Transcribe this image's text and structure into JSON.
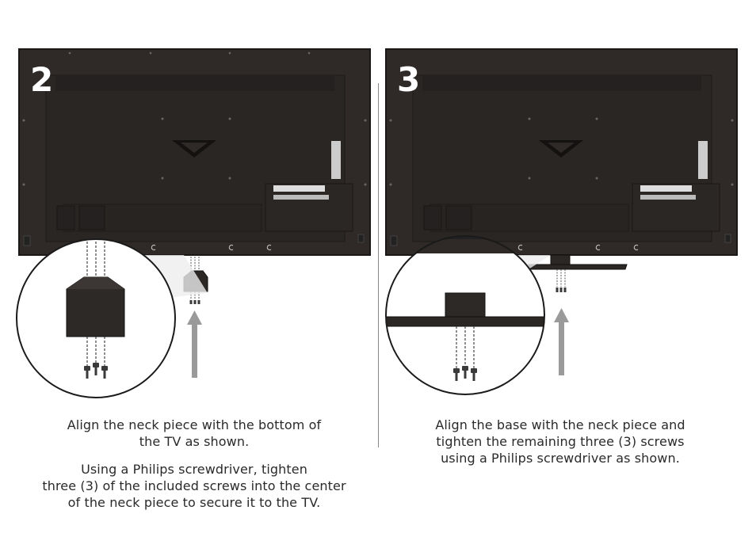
{
  "steps": [
    {
      "number": "2",
      "caption_paragraphs": [
        [
          "Align the neck piece with the bottom of",
          "the TV as shown."
        ],
        [
          "Using a Philips screwdriver, tighten",
          "three (3) of the included screws into the center",
          "of the neck piece to secure it to the TV."
        ]
      ]
    },
    {
      "number": "3",
      "caption_paragraphs": [
        [
          "Align the base with the neck piece and",
          "tighten the remaining three (3) screws",
          "using a Philips screwdriver as shown."
        ]
      ]
    }
  ],
  "colors": {
    "tv_body": "#2f2a28",
    "tv_edge": "#1c1918",
    "screw": "#3a3a3a",
    "arrow": "#9a9a9a",
    "zoom_circle_stroke": "#1a1a1a"
  },
  "icons": {
    "brand_mark": "v-logo-icon",
    "assembly_arrow": "up-arrow-icon"
  }
}
